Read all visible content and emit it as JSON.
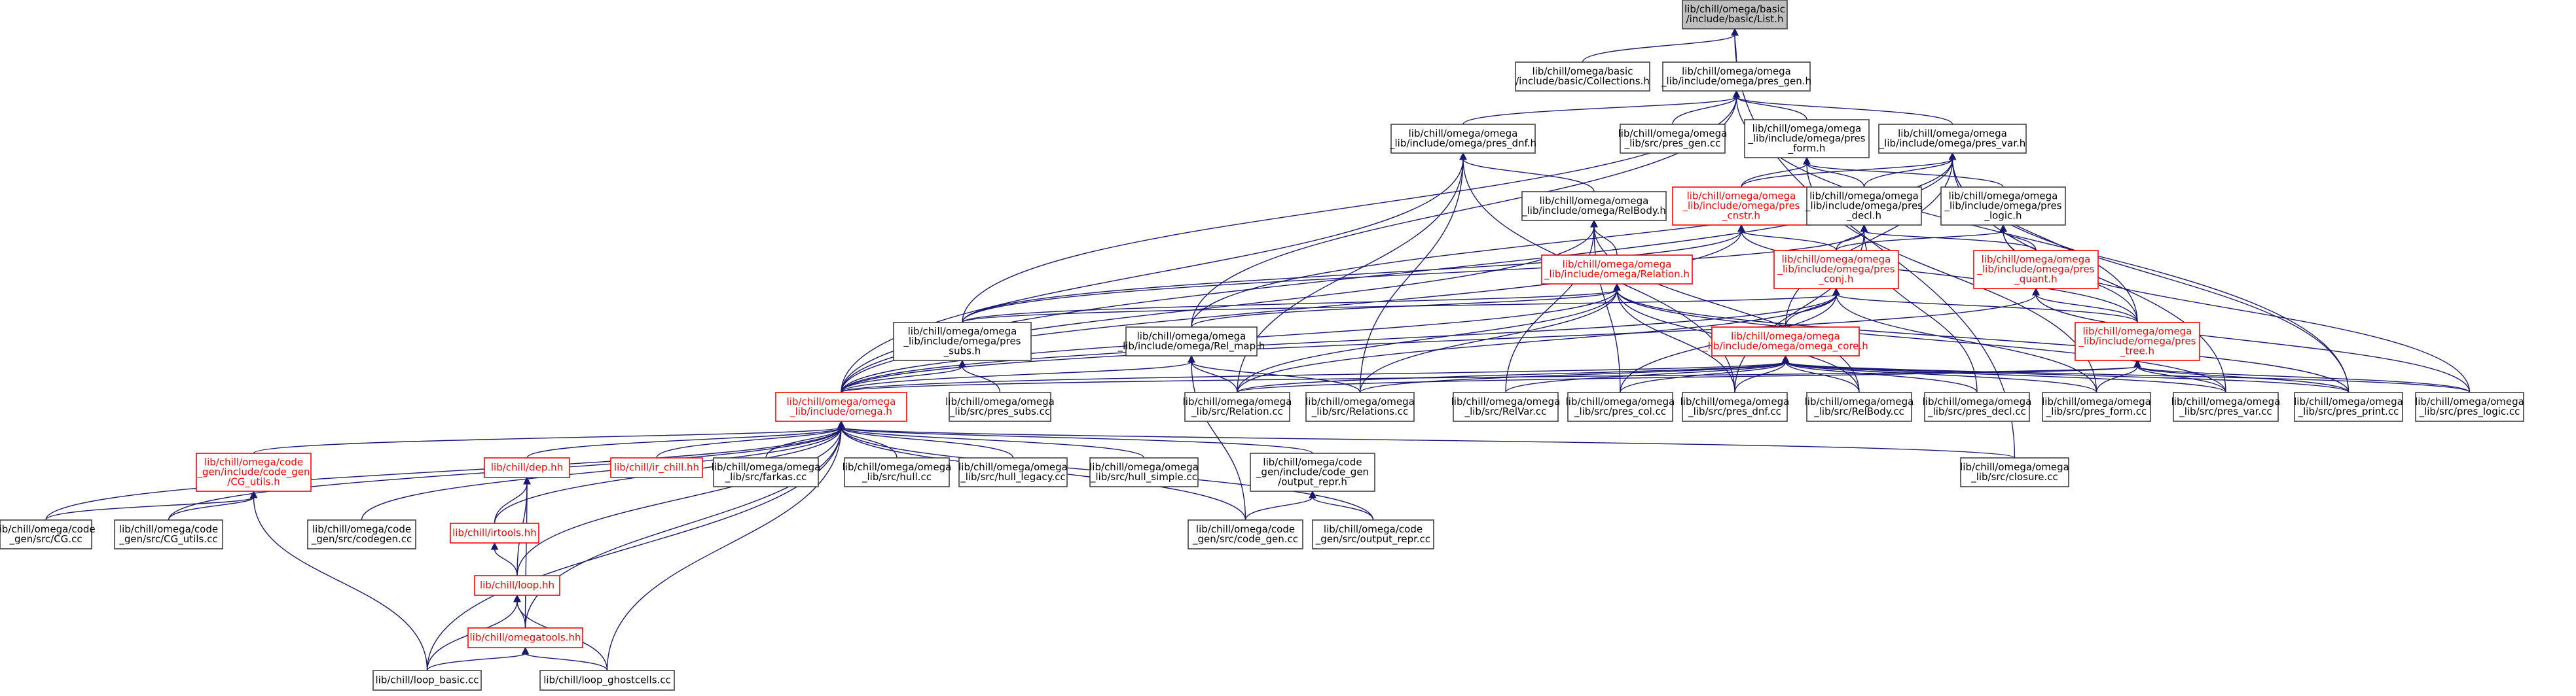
{
  "diagram": {
    "nodes": [
      {
        "id": "list",
        "lines": [
          "lib/chill/omega/basic",
          "/include/basic/List.h"
        ],
        "style": "root"
      },
      {
        "id": "collections",
        "lines": [
          "lib/chill/omega/basic",
          "/include/basic/Collections.h"
        ],
        "style": "normal"
      },
      {
        "id": "pres_gen_h",
        "lines": [
          "lib/chill/omega/omega",
          "_lib/include/omega/pres_gen.h"
        ],
        "style": "normal"
      },
      {
        "id": "pres_dnf_h",
        "lines": [
          "lib/chill/omega/omega",
          "_lib/include/omega/pres_dnf.h"
        ],
        "style": "normal"
      },
      {
        "id": "pres_gen_cc",
        "lines": [
          "lib/chill/omega/omega",
          "_lib/src/pres_gen.cc"
        ],
        "style": "normal"
      },
      {
        "id": "pres_form_h",
        "lines": [
          "lib/chill/omega/omega",
          "_lib/include/omega/pres",
          "_form.h"
        ],
        "style": "normal"
      },
      {
        "id": "pres_var_h",
        "lines": [
          "lib/chill/omega/omega",
          "_lib/include/omega/pres_var.h"
        ],
        "style": "normal"
      },
      {
        "id": "relbody_h",
        "lines": [
          "lib/chill/omega/omega",
          "_lib/include/omega/RelBody.h"
        ],
        "style": "normal"
      },
      {
        "id": "pres_cnstr_h",
        "lines": [
          "lib/chill/omega/omega",
          "_lib/include/omega/pres",
          "_cnstr.h"
        ],
        "style": "red"
      },
      {
        "id": "pres_decl_h",
        "lines": [
          "lib/chill/omega/omega",
          "_lib/include/omega/pres",
          "_decl.h"
        ],
        "style": "normal"
      },
      {
        "id": "pres_logic_h",
        "lines": [
          "lib/chill/omega/omega",
          "_lib/include/omega/pres",
          "_logic.h"
        ],
        "style": "normal"
      },
      {
        "id": "relation_h",
        "lines": [
          "lib/chill/omega/omega",
          "_lib/include/omega/Relation.h"
        ],
        "style": "red"
      },
      {
        "id": "pres_conj_h",
        "lines": [
          "lib/chill/omega/omega",
          "_lib/include/omega/pres",
          "_conj.h"
        ],
        "style": "red"
      },
      {
        "id": "pres_quant_h",
        "lines": [
          "lib/chill/omega/omega",
          "_lib/include/omega/pres",
          "_quant.h"
        ],
        "style": "red"
      },
      {
        "id": "pres_subs_h",
        "lines": [
          "lib/chill/omega/omega",
          "_lib/include/omega/pres",
          "_subs.h"
        ],
        "style": "normal"
      },
      {
        "id": "rel_map_h",
        "lines": [
          "lib/chill/omega/omega",
          "_lib/include/omega/Rel_map.h"
        ],
        "style": "normal"
      },
      {
        "id": "omega_core_h",
        "lines": [
          "lib/chill/omega/omega",
          "_lib/include/omega/omega_core.h"
        ],
        "style": "red"
      },
      {
        "id": "pres_tree_h",
        "lines": [
          "lib/chill/omega/omega",
          "_lib/include/omega/pres",
          "_tree.h"
        ],
        "style": "red"
      },
      {
        "id": "omega_h",
        "lines": [
          "lib/chill/omega/omega",
          "_lib/include/omega.h"
        ],
        "style": "red"
      },
      {
        "id": "pres_subs_cc",
        "lines": [
          "lib/chill/omega/omega",
          "_lib/src/pres_subs.cc"
        ],
        "style": "normal"
      },
      {
        "id": "relation_cc",
        "lines": [
          "lib/chill/omega/omega",
          "_lib/src/Relation.cc"
        ],
        "style": "normal"
      },
      {
        "id": "relations_cc",
        "lines": [
          "lib/chill/omega/omega",
          "_lib/src/Relations.cc"
        ],
        "style": "normal"
      },
      {
        "id": "relvar_cc",
        "lines": [
          "lib/chill/omega/omega",
          "_lib/src/RelVar.cc"
        ],
        "style": "normal"
      },
      {
        "id": "pres_col_cc",
        "lines": [
          "lib/chill/omega/omega",
          "_lib/src/pres_col.cc"
        ],
        "style": "normal"
      },
      {
        "id": "pres_dnf_cc",
        "lines": [
          "lib/chill/omega/omega",
          "_lib/src/pres_dnf.cc"
        ],
        "style": "normal"
      },
      {
        "id": "relbody_cc",
        "lines": [
          "lib/chill/omega/omega",
          "_lib/src/RelBody.cc"
        ],
        "style": "normal"
      },
      {
        "id": "pres_decl_cc",
        "lines": [
          "lib/chill/omega/omega",
          "_lib/src/pres_decl.cc"
        ],
        "style": "normal"
      },
      {
        "id": "pres_form_cc",
        "lines": [
          "lib/chill/omega/omega",
          "_lib/src/pres_form.cc"
        ],
        "style": "normal"
      },
      {
        "id": "pres_var_cc",
        "lines": [
          "lib/chill/omega/omega",
          "_lib/src/pres_var.cc"
        ],
        "style": "normal"
      },
      {
        "id": "pres_print_cc",
        "lines": [
          "lib/chill/omega/omega",
          "_lib/src/pres_print.cc"
        ],
        "style": "normal"
      },
      {
        "id": "pres_logic_cc",
        "lines": [
          "lib/chill/omega/omega",
          "_lib/src/pres_logic.cc"
        ],
        "style": "normal"
      },
      {
        "id": "cg_utils_h",
        "lines": [
          "lib/chill/omega/code",
          "_gen/include/code_gen",
          "/CG_utils.h"
        ],
        "style": "red"
      },
      {
        "id": "dep_hh",
        "lines": [
          "lib/chill/dep.hh"
        ],
        "style": "red"
      },
      {
        "id": "ir_chill",
        "lines": [
          "lib/chill/ir_chill.hh"
        ],
        "style": "red"
      },
      {
        "id": "farkas_cc",
        "lines": [
          "lib/chill/omega/omega",
          "_lib/src/farkas.cc"
        ],
        "style": "normal"
      },
      {
        "id": "hull_cc",
        "lines": [
          "lib/chill/omega/omega",
          "_lib/src/hull.cc"
        ],
        "style": "normal"
      },
      {
        "id": "hull_legacy_cc",
        "lines": [
          "lib/chill/omega/omega",
          "_lib/src/hull_legacy.cc"
        ],
        "style": "normal"
      },
      {
        "id": "hull_simple_cc",
        "lines": [
          "lib/chill/omega/omega",
          "_lib/src/hull_simple.cc"
        ],
        "style": "normal"
      },
      {
        "id": "output_repr_h",
        "lines": [
          "lib/chill/omega/code",
          "_gen/include/code_gen",
          "/output_repr.h"
        ],
        "style": "normal"
      },
      {
        "id": "closure_cc",
        "lines": [
          "lib/chill/omega/omega",
          "_lib/src/closure.cc"
        ],
        "style": "normal"
      },
      {
        "id": "cg_cc",
        "lines": [
          "lib/chill/omega/code",
          "_gen/src/CG.cc"
        ],
        "style": "normal"
      },
      {
        "id": "cg_utils_cc",
        "lines": [
          "lib/chill/omega/code",
          "_gen/src/CG_utils.cc"
        ],
        "style": "normal"
      },
      {
        "id": "codegen_cc",
        "lines": [
          "lib/chill/omega/code",
          "_gen/src/codegen.cc"
        ],
        "style": "normal"
      },
      {
        "id": "irtools_hh",
        "lines": [
          "lib/chill/irtools.hh"
        ],
        "style": "red"
      },
      {
        "id": "code_gen_cc",
        "lines": [
          "lib/chill/omega/code",
          "_gen/src/code_gen.cc"
        ],
        "style": "normal"
      },
      {
        "id": "output_repr_cc",
        "lines": [
          "lib/chill/omega/code",
          "_gen/src/output_repr.cc"
        ],
        "style": "normal"
      },
      {
        "id": "loop_hh",
        "lines": [
          "lib/chill/loop.hh"
        ],
        "style": "red"
      },
      {
        "id": "omegatools_hh",
        "lines": [
          "lib/chill/omegatools.hh"
        ],
        "style": "red"
      },
      {
        "id": "loop_basic_cc",
        "lines": [
          "lib/chill/loop_basic.cc"
        ],
        "style": "normal"
      },
      {
        "id": "loop_ghostcells_cc",
        "lines": [
          "lib/chill/loop_ghostcells.cc"
        ],
        "style": "normal"
      }
    ],
    "edges": [
      [
        "collections",
        "list"
      ],
      [
        "pres_gen_h",
        "list"
      ],
      [
        "closure_cc",
        "list"
      ],
      [
        "pres_dnf_h",
        "pres_gen_h"
      ],
      [
        "pres_gen_cc",
        "pres_gen_h"
      ],
      [
        "pres_form_h",
        "pres_gen_h"
      ],
      [
        "pres_var_h",
        "pres_gen_h"
      ],
      [
        "pres_subs_h",
        "pres_gen_h"
      ],
      [
        "rel_map_h",
        "pres_gen_h"
      ],
      [
        "pres_print_cc",
        "pres_gen_h"
      ],
      [
        "relbody_h",
        "pres_dnf_h"
      ],
      [
        "omega_h",
        "pres_dnf_h"
      ],
      [
        "pres_dnf_cc",
        "pres_dnf_h"
      ],
      [
        "relations_cc",
        "pres_dnf_h"
      ],
      [
        "relation_cc",
        "pres_dnf_h"
      ],
      [
        "pres_decl_h",
        "pres_form_h"
      ],
      [
        "pres_logic_h",
        "pres_form_h"
      ],
      [
        "pres_cnstr_h",
        "pres_form_h"
      ],
      [
        "pres_form_cc",
        "pres_form_h"
      ],
      [
        "pres_cnstr_h",
        "pres_var_h"
      ],
      [
        "pres_decl_h",
        "pres_var_h"
      ],
      [
        "omega_core_h",
        "pres_var_h"
      ],
      [
        "pres_tree_h",
        "pres_var_h"
      ],
      [
        "pres_var_cc",
        "pres_var_h"
      ],
      [
        "pres_print_cc",
        "pres_var_h"
      ],
      [
        "omega_h",
        "pres_var_h"
      ],
      [
        "rel_map_h",
        "pres_var_h"
      ],
      [
        "relation_h",
        "relbody_h"
      ],
      [
        "omega_h",
        "relbody_h"
      ],
      [
        "relbody_cc",
        "relbody_h"
      ],
      [
        "pres_col_cc",
        "relbody_h"
      ],
      [
        "relvar_cc",
        "relbody_h"
      ],
      [
        "pres_conj_h",
        "pres_cnstr_h"
      ],
      [
        "pres_subs_h",
        "pres_cnstr_h"
      ],
      [
        "pres_tree_h",
        "pres_cnstr_h"
      ],
      [
        "omega_h",
        "pres_cnstr_h"
      ],
      [
        "pres_conj_h",
        "pres_decl_h"
      ],
      [
        "pres_quant_h",
        "pres_decl_h"
      ],
      [
        "pres_decl_cc",
        "pres_decl_h"
      ],
      [
        "pres_subs_h",
        "pres_decl_h"
      ],
      [
        "pres_dnf_cc",
        "pres_decl_h"
      ],
      [
        "pres_quant_h",
        "pres_logic_h"
      ],
      [
        "pres_tree_h",
        "pres_logic_h"
      ],
      [
        "pres_logic_cc",
        "pres_logic_h"
      ],
      [
        "pres_conj_h",
        "pres_logic_h"
      ],
      [
        "pres_subs_h",
        "relation_h"
      ],
      [
        "rel_map_h",
        "relation_h"
      ],
      [
        "omega_h",
        "relation_h"
      ],
      [
        "relation_cc",
        "relation_h"
      ],
      [
        "relations_cc",
        "relation_h"
      ],
      [
        "pres_dnf_cc",
        "relation_h"
      ],
      [
        "relbody_cc",
        "relation_h"
      ],
      [
        "pres_print_cc",
        "relation_h"
      ],
      [
        "pres_var_cc",
        "relation_h"
      ],
      [
        "omega_core_h",
        "pres_conj_h"
      ],
      [
        "pres_tree_h",
        "pres_conj_h"
      ],
      [
        "pres_subs_h",
        "pres_conj_h"
      ],
      [
        "omega_h",
        "pres_conj_h"
      ],
      [
        "pres_col_cc",
        "pres_conj_h"
      ],
      [
        "pres_form_cc",
        "pres_conj_h"
      ],
      [
        "relation_cc",
        "pres_conj_h"
      ],
      [
        "pres_tree_h",
        "pres_quant_h"
      ],
      [
        "omega_h",
        "pres_quant_h"
      ],
      [
        "pres_logic_cc",
        "pres_quant_h"
      ],
      [
        "omega_h",
        "pres_subs_h"
      ],
      [
        "pres_subs_cc",
        "pres_subs_h"
      ],
      [
        "omega_h",
        "rel_map_h"
      ],
      [
        "relations_cc",
        "rel_map_h"
      ],
      [
        "relation_cc",
        "rel_map_h"
      ],
      [
        "code_gen_cc",
        "rel_map_h"
      ],
      [
        "relation_cc",
        "omega_core_h"
      ],
      [
        "relations_cc",
        "omega_core_h"
      ],
      [
        "relvar_cc",
        "omega_core_h"
      ],
      [
        "pres_col_cc",
        "omega_core_h"
      ],
      [
        "pres_dnf_cc",
        "omega_core_h"
      ],
      [
        "relbody_cc",
        "omega_core_h"
      ],
      [
        "pres_decl_cc",
        "omega_core_h"
      ],
      [
        "pres_form_cc",
        "omega_core_h"
      ],
      [
        "pres_var_cc",
        "omega_core_h"
      ],
      [
        "pres_print_cc",
        "omega_core_h"
      ],
      [
        "pres_logic_cc",
        "omega_core_h"
      ],
      [
        "omega_h",
        "omega_core_h"
      ],
      [
        "relation_cc",
        "pres_tree_h"
      ],
      [
        "pres_form_cc",
        "pres_tree_h"
      ],
      [
        "pres_var_cc",
        "pres_tree_h"
      ],
      [
        "pres_print_cc",
        "pres_tree_h"
      ],
      [
        "pres_logic_cc",
        "pres_tree_h"
      ],
      [
        "omega_h",
        "pres_tree_h"
      ],
      [
        "cg_utils_h",
        "omega_h"
      ],
      [
        "dep_hh",
        "omega_h"
      ],
      [
        "ir_chill",
        "omega_h"
      ],
      [
        "farkas_cc",
        "omega_h"
      ],
      [
        "hull_cc",
        "omega_h"
      ],
      [
        "hull_legacy_cc",
        "omega_h"
      ],
      [
        "hull_simple_cc",
        "omega_h"
      ],
      [
        "output_repr_h",
        "omega_h"
      ],
      [
        "closure_cc",
        "omega_h"
      ],
      [
        "cg_cc",
        "omega_h"
      ],
      [
        "cg_utils_cc",
        "omega_h"
      ],
      [
        "codegen_cc",
        "omega_h"
      ],
      [
        "irtools_hh",
        "omega_h"
      ],
      [
        "code_gen_cc",
        "omega_h"
      ],
      [
        "output_repr_cc",
        "omega_h"
      ],
      [
        "loop_hh",
        "omega_h"
      ],
      [
        "omegatools_hh",
        "omega_h"
      ],
      [
        "loop_basic_cc",
        "omega_h"
      ],
      [
        "loop_ghostcells_cc",
        "omega_h"
      ],
      [
        "cg_cc",
        "cg_utils_h"
      ],
      [
        "cg_utils_cc",
        "cg_utils_h"
      ],
      [
        "loop_basic_cc",
        "cg_utils_h"
      ],
      [
        "irtools_hh",
        "dep_hh"
      ],
      [
        "loop_hh",
        "dep_hh"
      ],
      [
        "omegatools_hh",
        "dep_hh"
      ],
      [
        "code_gen_cc",
        "output_repr_h"
      ],
      [
        "output_repr_cc",
        "output_repr_h"
      ],
      [
        "loop_hh",
        "irtools_hh"
      ],
      [
        "omegatools_hh",
        "loop_hh"
      ],
      [
        "loop_basic_cc",
        "loop_hh"
      ],
      [
        "loop_ghostcells_cc",
        "loop_hh"
      ],
      [
        "loop_basic_cc",
        "omegatools_hh"
      ],
      [
        "loop_ghostcells_cc",
        "omegatools_hh"
      ]
    ]
  }
}
